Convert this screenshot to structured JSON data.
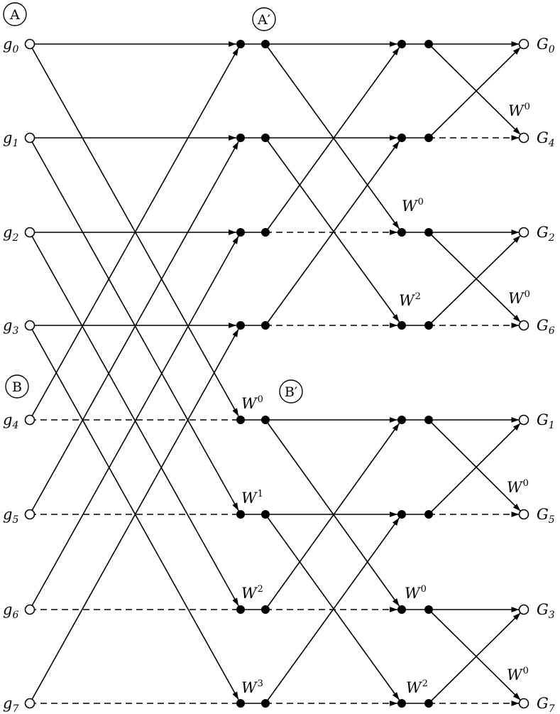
{
  "title": "",
  "inputs": [
    {
      "base": "g",
      "sub": "0"
    },
    {
      "base": "g",
      "sub": "1"
    },
    {
      "base": "g",
      "sub": "2"
    },
    {
      "base": "g",
      "sub": "3"
    },
    {
      "base": "g",
      "sub": "4"
    },
    {
      "base": "g",
      "sub": "5"
    },
    {
      "base": "g",
      "sub": "6"
    },
    {
      "base": "g",
      "sub": "7"
    }
  ],
  "outputs": [
    {
      "base": "G",
      "sub": "0"
    },
    {
      "base": "G",
      "sub": "4"
    },
    {
      "base": "G",
      "sub": "2"
    },
    {
      "base": "G",
      "sub": "6"
    },
    {
      "base": "G",
      "sub": "1"
    },
    {
      "base": "G",
      "sub": "5"
    },
    {
      "base": "G",
      "sub": "3"
    },
    {
      "base": "G",
      "sub": "7"
    }
  ],
  "circled_labels": [
    "A",
    "A′",
    "B",
    "B′"
  ],
  "twiddle_base": "W",
  "twiddles": {
    "stage1": [
      "0",
      "1",
      "2",
      "3"
    ],
    "stage2": [
      "0",
      "2",
      "0",
      "2"
    ],
    "stage3": [
      "0",
      "0",
      "0",
      "0"
    ]
  },
  "line_styles": {
    "dashed_marks_negation": true,
    "color": "#000000"
  }
}
